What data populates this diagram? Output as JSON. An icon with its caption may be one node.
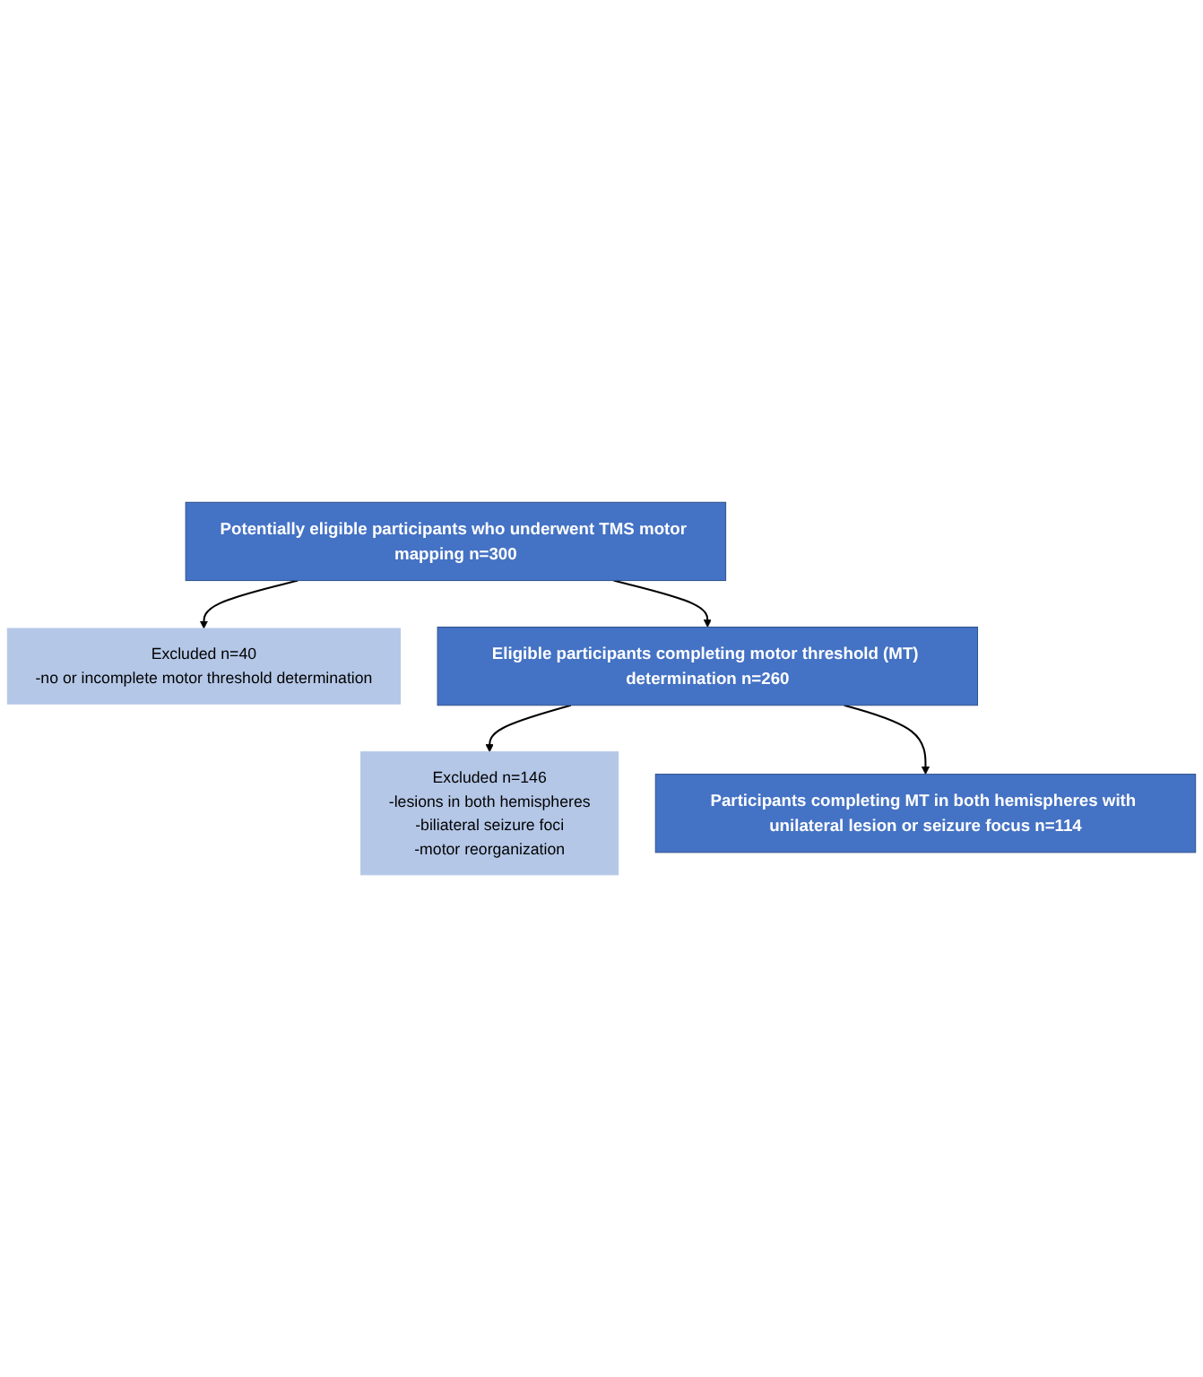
{
  "diagram": {
    "nodes": [
      {
        "text": [
          "Potentially eligible participants who underwent TMS motor mapping n=300"
        ]
      },
      {
        "text": [
          "Excluded n=40",
          "-no or incomplete motor threshold determination"
        ]
      },
      {
        "text": [
          "Eligible participants completing motor threshold (MT) determination n=260"
        ]
      },
      {
        "text": [
          "Excluded n=146",
          "-lesions in both hemispheres",
          "-biliateral seizure foci",
          "-motor reorganization"
        ]
      },
      {
        "text": [
          "Participants completing MT in both hemispheres with unilateral lesion or seizure focus n=114"
        ]
      }
    ],
    "edges": [
      {
        "from": 0,
        "to": 1,
        "arrow": "to"
      },
      {
        "from": 0,
        "to": 2,
        "arrow": "to"
      },
      {
        "from": 2,
        "to": 3,
        "arrow": "to"
      },
      {
        "from": 2,
        "to": 4,
        "arrow": "to"
      }
    ]
  }
}
